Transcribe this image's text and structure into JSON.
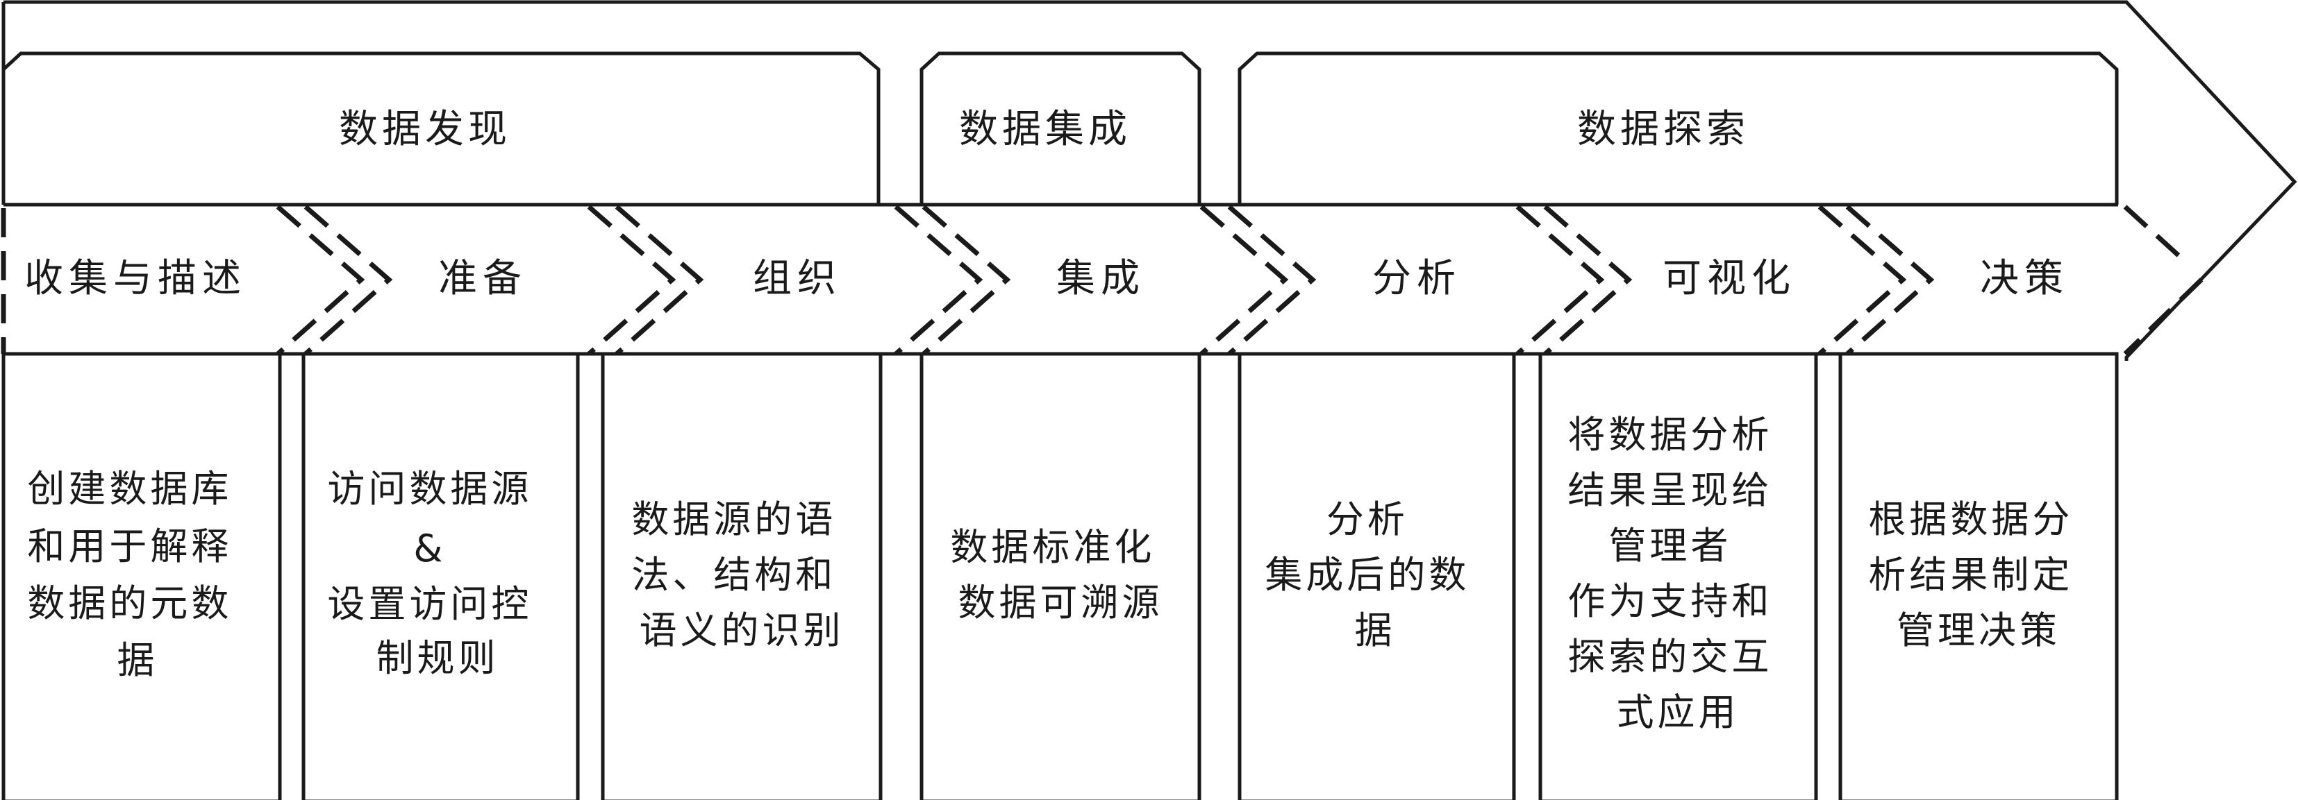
{
  "groups": [
    {
      "key": "discovery",
      "label": "数据发现"
    },
    {
      "key": "integration",
      "label": "数据集成"
    },
    {
      "key": "exploration",
      "label": "数据探索"
    }
  ],
  "steps": [
    {
      "key": "collect",
      "label": "收集与描述",
      "description": [
        "创建数据库",
        "和用于解释",
        "数据的元数",
        "据"
      ]
    },
    {
      "key": "prepare",
      "label": "准备",
      "description": [
        "访问数据源",
        "&",
        "设置访问控",
        "制规则"
      ]
    },
    {
      "key": "organize",
      "label": "组织",
      "description": [
        "数据源的语",
        "法、结构和",
        "语义的识别"
      ]
    },
    {
      "key": "integrate",
      "label": "集成",
      "description": [
        "数据标准化",
        "数据可溯源"
      ]
    },
    {
      "key": "analyze",
      "label": "分析",
      "description": [
        "分析",
        "集成后的数",
        "据"
      ]
    },
    {
      "key": "visualize",
      "label": "可视化",
      "description": [
        "将数据分析",
        "结果呈现给",
        "管理者",
        "作为支持和",
        "探索的交互",
        "式应用"
      ]
    },
    {
      "key": "decide",
      "label": "决策",
      "description": [
        "根据数据分",
        "析结果制定",
        "管理决策"
      ]
    }
  ]
}
